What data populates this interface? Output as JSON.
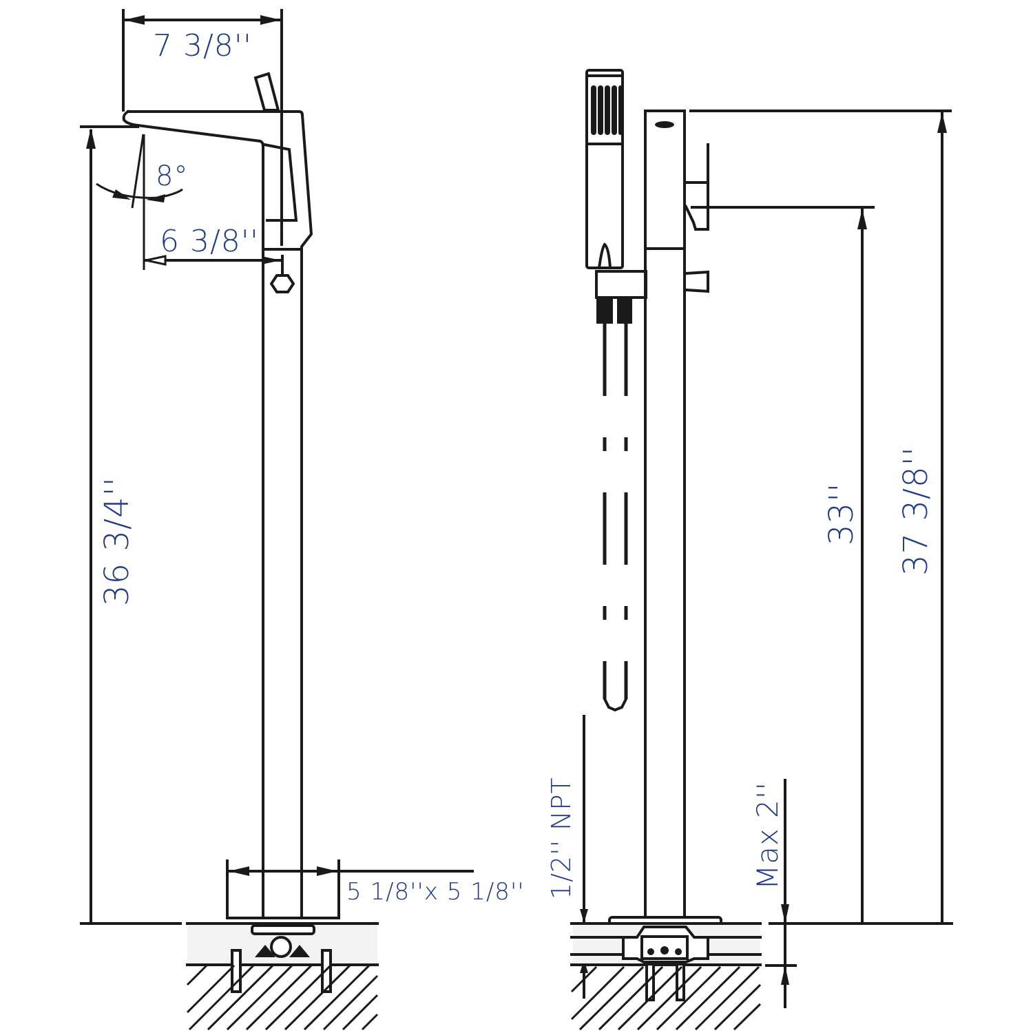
{
  "diagram": {
    "type": "technical dimension drawing",
    "subject": "freestanding tub filler faucet with hand shower",
    "colors": {
      "line": "#1a1a1a",
      "dimension_text": "#1f3a8a",
      "background": "#ffffff"
    }
  },
  "side_view": {
    "dimensions": {
      "spout_overall_width": "7 3/8''",
      "spout_reach": "6 3/8''",
      "spout_angle": "8°",
      "height_to_spout": "36 3/4''",
      "base_plate": "5 1/8''x 5 1/8''"
    }
  },
  "front_view": {
    "dimensions": {
      "supply_thread": "1/2'' NPT",
      "floor_thickness": "Max 2''",
      "height_to_spout_outlet": "33''",
      "overall_height": "37 3/8''"
    }
  }
}
